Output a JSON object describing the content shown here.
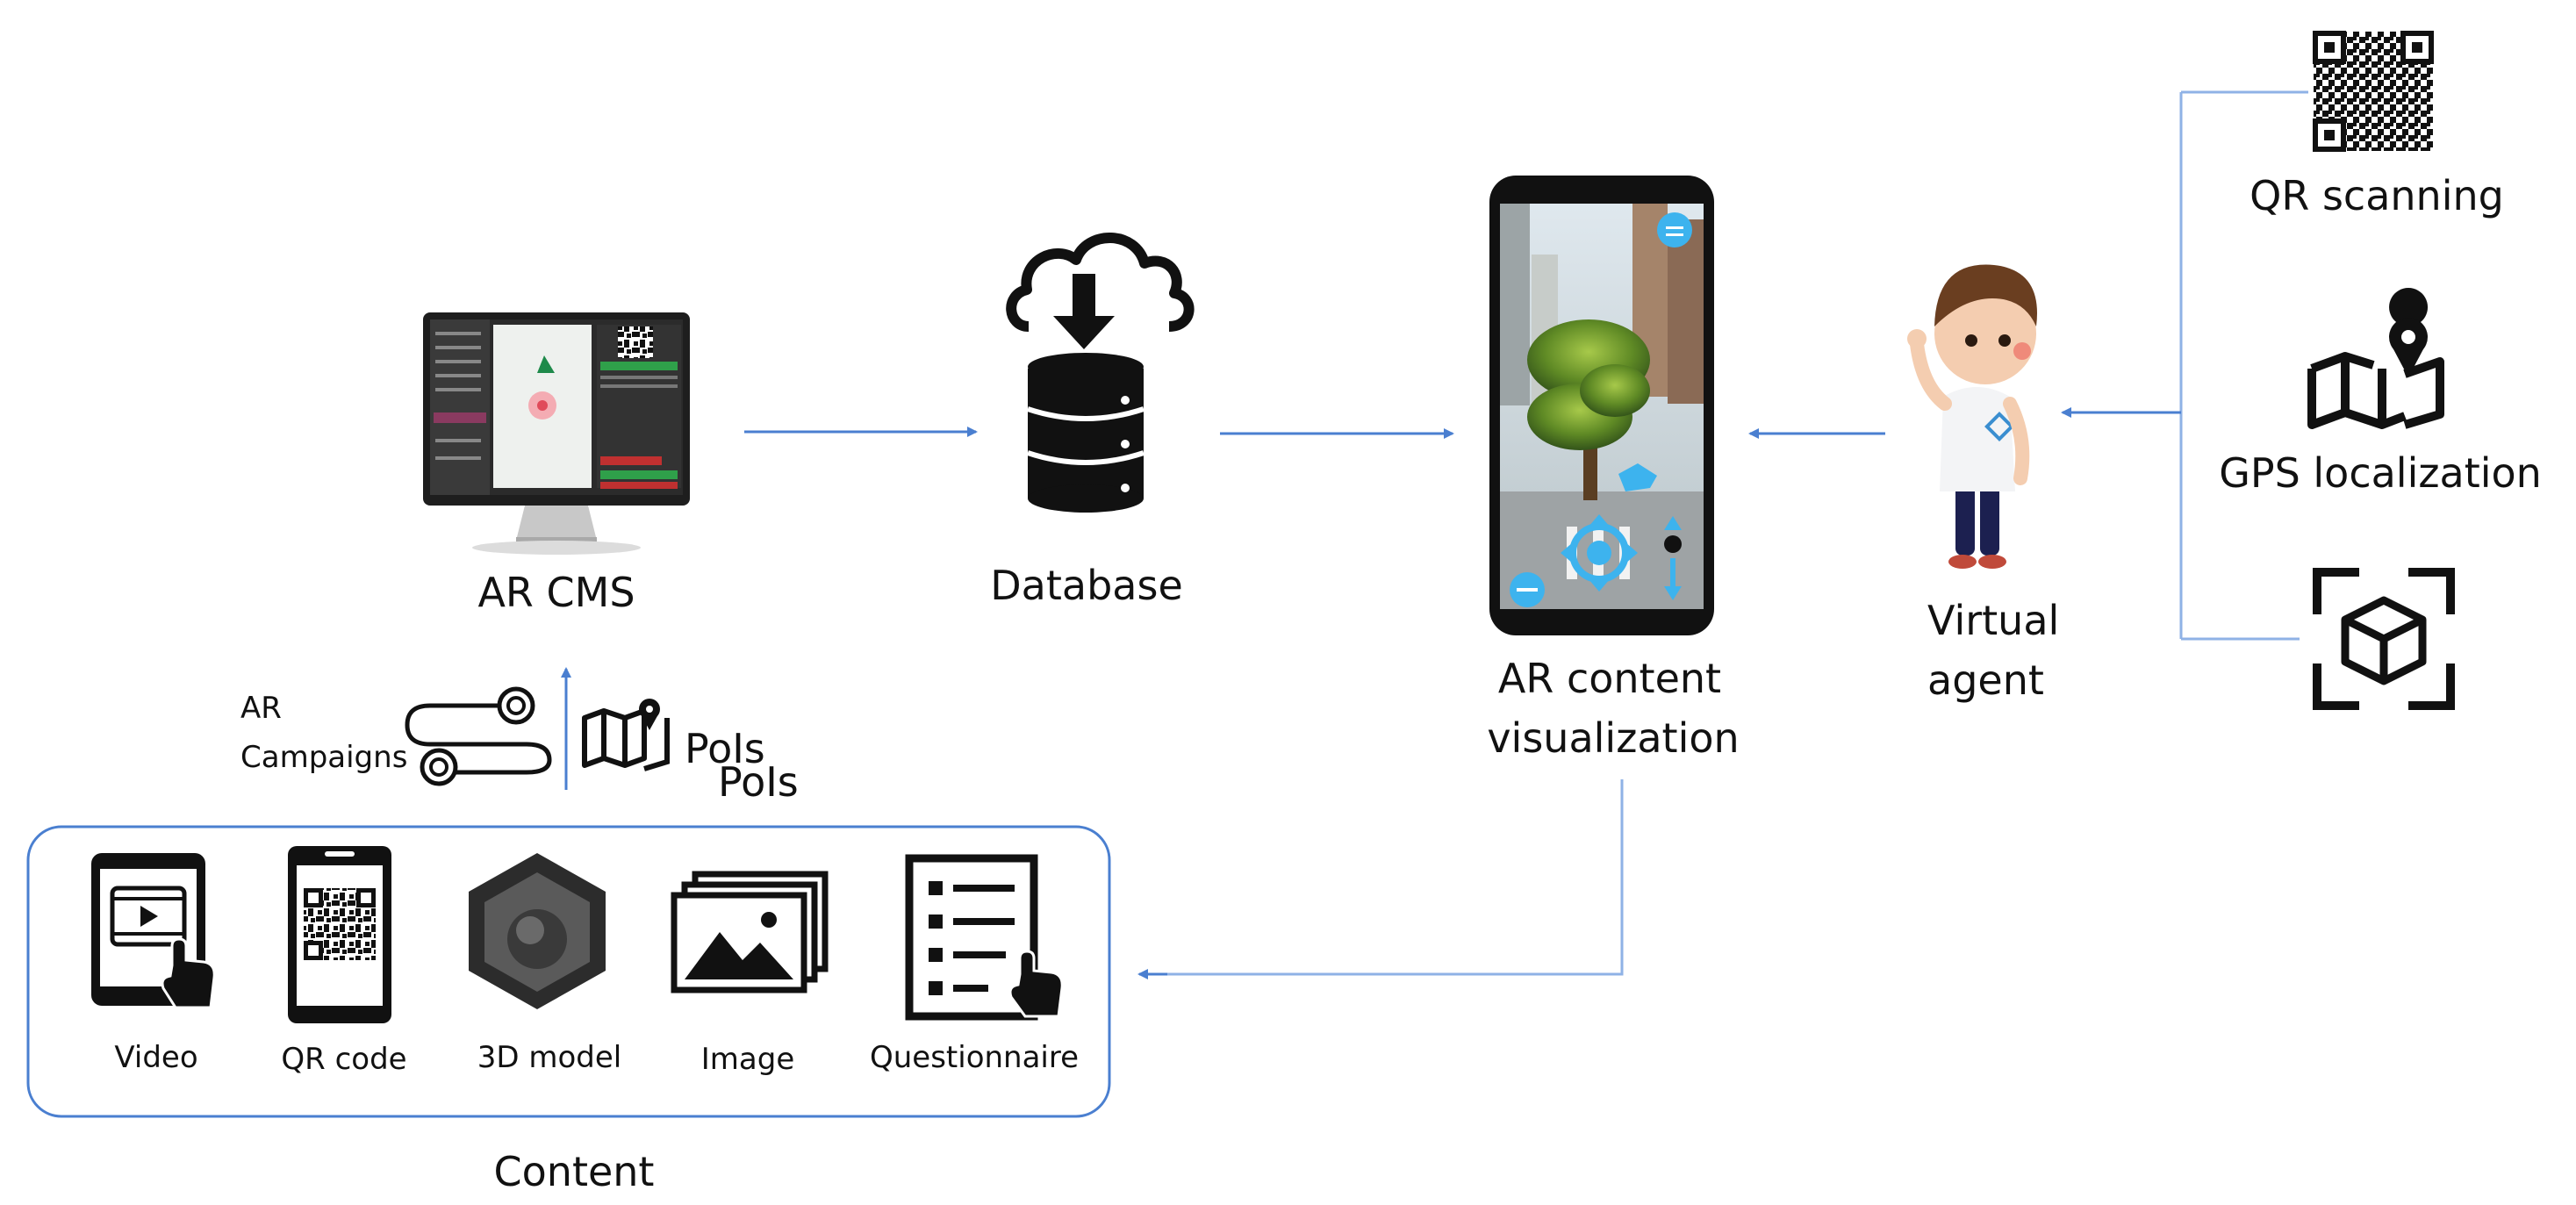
{
  "nodes": {
    "ar_cms": "AR CMS",
    "database": "Database",
    "ar_visualization_line1": "AR content",
    "ar_visualization_line2": "visualization",
    "virtual_agent_line1": "Virtual",
    "virtual_agent_line2": "agent",
    "qr_scanning": "QR scanning",
    "gps_localization": "GPS localization"
  },
  "cms_inputs": {
    "campaigns_line1": "AR",
    "campaigns_line2": "Campaigns",
    "pois_1": "PoIs",
    "pois_2": "PoIs"
  },
  "content": {
    "title": "Content",
    "items": [
      "Video",
      "QR code",
      "3D model",
      "Image",
      "Questionnaire"
    ]
  },
  "colors": {
    "arrow": "#4a7fd0",
    "line": "#8fb2e6",
    "box_border": "#4a7fd0",
    "icon": "#111111"
  },
  "icons": [
    "monitor-icon",
    "cloud-database-icon",
    "smartphone-ar-icon",
    "virtual-agent-figure",
    "qr-code-icon",
    "map-pin-icon",
    "ar-cube-icon",
    "route-icon",
    "video-icon",
    "qr-phone-icon",
    "3d-model-icon",
    "image-icon",
    "questionnaire-icon"
  ]
}
